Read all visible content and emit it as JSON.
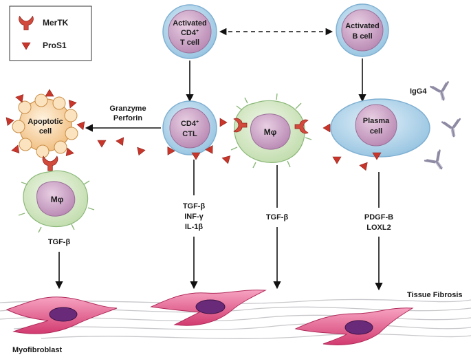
{
  "legend": {
    "items": [
      {
        "name": "MerTK"
      },
      {
        "name": "ProS1"
      }
    ]
  },
  "cells": {
    "cd4_t": {
      "line1": "Activated",
      "line2": "CD4",
      "line2_sup": "+",
      "line3": "T cell"
    },
    "b_cell": {
      "line1": "Activated",
      "line2": "B cell"
    },
    "ctl": {
      "line1": "CD4",
      "line1_sup": "+",
      "line2": "CTL"
    },
    "plasma": {
      "line1": "Plasma",
      "line2": "cell"
    },
    "apoptotic": {
      "line1": "Apoptotic",
      "line2": "cell"
    },
    "macrophage_center": {
      "label": "Mφ"
    },
    "macrophage_left": {
      "label": "Mφ"
    }
  },
  "labels": {
    "granzyme": "Granzyme",
    "perforin": "Perforin",
    "igg4": "IgG4",
    "tissue_fibrosis": "Tissue Fibrosis",
    "myofibroblast": "Myofibroblast"
  },
  "cytokines": {
    "left_mphi": [
      "TGF-β"
    ],
    "ctl": [
      "TGF-β",
      "INF-γ",
      "IL-1β"
    ],
    "center_mphi": [
      "TGF-β"
    ],
    "plasma": [
      "PDGF-B",
      "LOXL2"
    ]
  },
  "colors": {
    "cell_membrane": "#a9cfe6",
    "nucleus": "#c79bc2",
    "macrophage": "#d6e8c8",
    "apoptotic": "#f3c98a",
    "mertk": "#d24a3c",
    "pros1": "#c8362b",
    "fibroblast": "#e0457c",
    "fibroblast_nucleus": "#6a2a7a",
    "antibody": "#8f8aa3"
  }
}
